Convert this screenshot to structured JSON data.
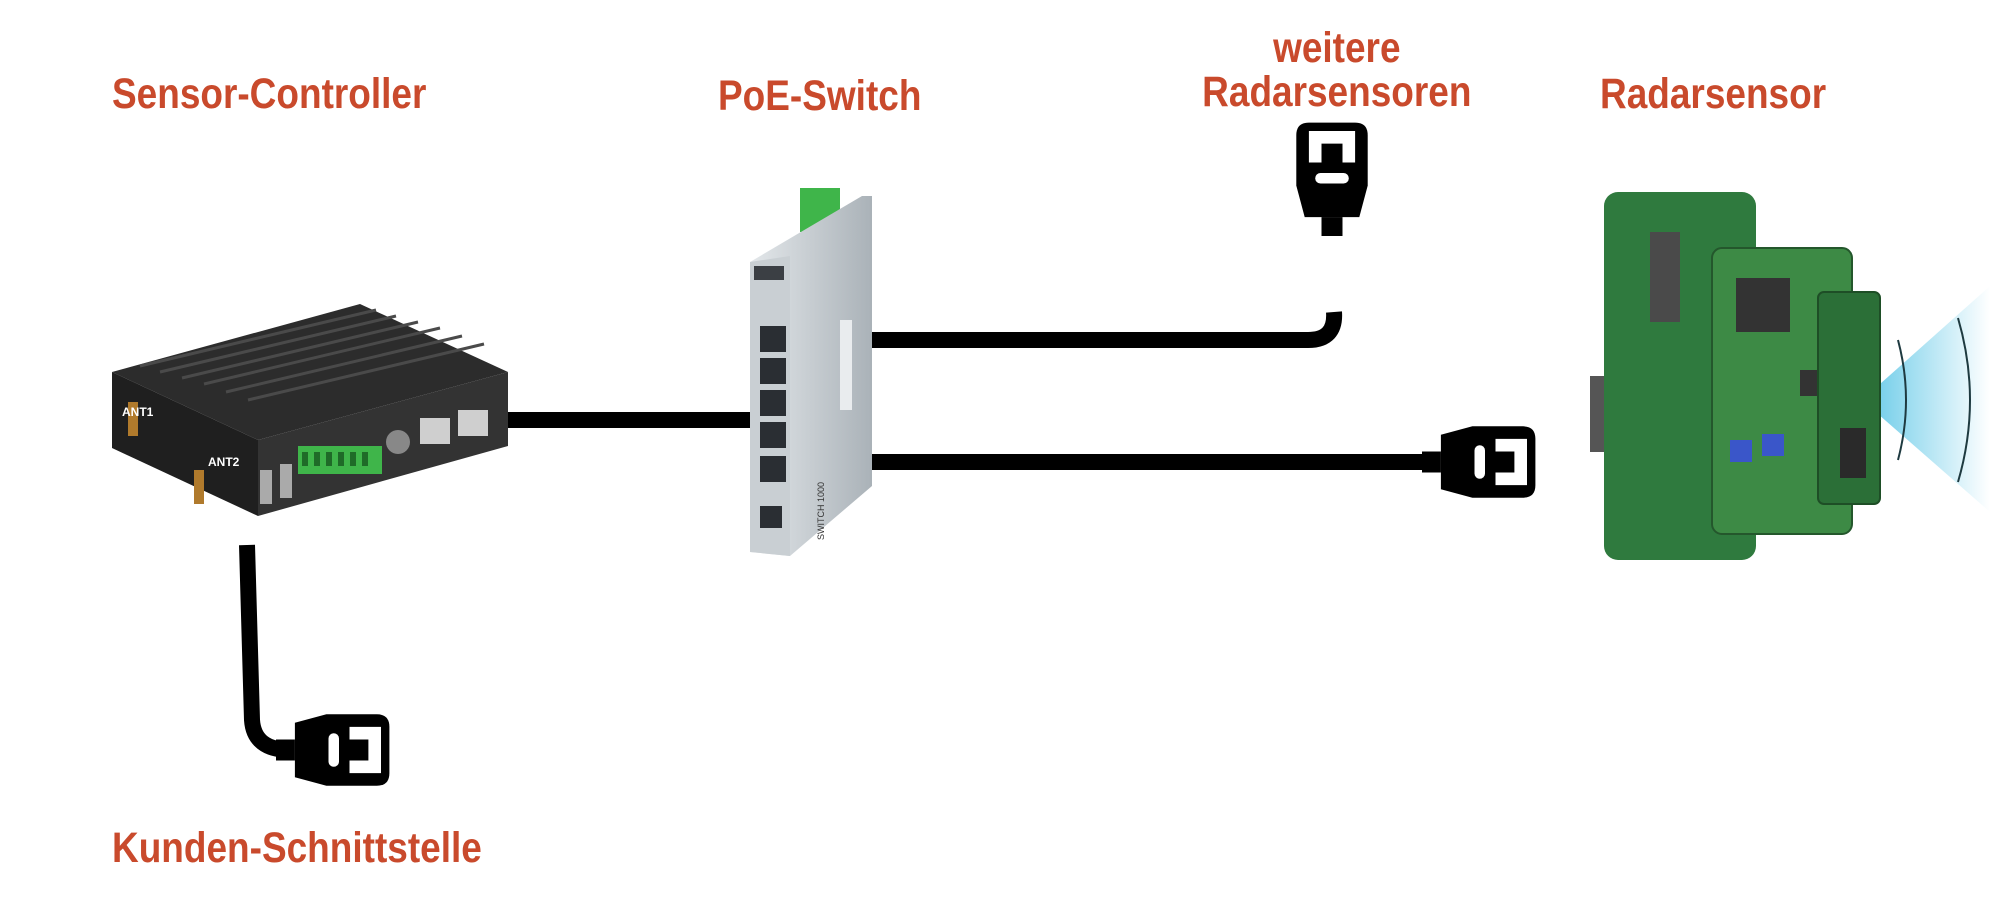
{
  "labels": {
    "sensor_controller": "Sensor-Controller",
    "poe_switch": "PoE-Switch",
    "further_sensors_line1": "weitere",
    "further_sensors_line2": "Radarsensoren",
    "radar_sensor": "Radarsensor",
    "customer_interface": "Kunden-Schnittstelle"
  },
  "device_text": {
    "ant1": "ANT1",
    "ant2": "ANT2",
    "switch_model": "SWITCH 1000"
  },
  "colors": {
    "label": "#c94a2c",
    "cable": "#000000",
    "controller_body": "#3a3a3a",
    "switch_body": "#b9c0c6",
    "pcb": "#2f7a3e",
    "terminal_green": "#3fb54a",
    "wave": "#5cc6e6"
  },
  "icons": [
    "rj45-plug-icon",
    "radar-wave-icon"
  ]
}
